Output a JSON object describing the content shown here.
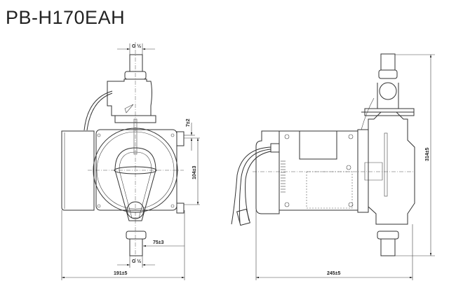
{
  "title": "PB-H170EAH",
  "front_view": {
    "inlet_thread": "G ½",
    "outlet_thread": "G ½",
    "dim_width": "191±5",
    "dim_offset": "75±3",
    "dim_mount_spacing": "104±3",
    "dim_mount_hole": "7±2"
  },
  "side_view": {
    "dim_length": "245±5",
    "dim_height": "314±5"
  }
}
